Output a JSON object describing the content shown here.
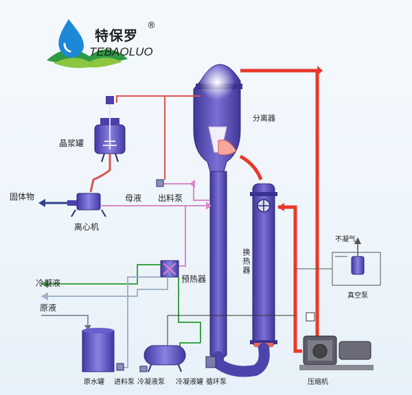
{
  "brand": {
    "name_cn": "特保罗",
    "registered": "®",
    "name_en": "TEBAOLUO"
  },
  "labels": {
    "crystal_tank": "晶浆罐",
    "solids": "固体物",
    "centrifuge": "离心机",
    "mother_liquor": "母液",
    "discharge_pump": "出料泵",
    "separator": "分离器",
    "heat_exchanger": "换热器",
    "preheater": "预热器",
    "condensate": "冷凝液",
    "raw_liquid": "原液",
    "noncondensable_gas": "不凝气",
    "vacuum_pump": "真空泵",
    "raw_water_tank": "原水罐",
    "feed_pump": "进料泵",
    "condensate_pump": "冷凝液泵",
    "condensate_tank": "冷凝液罐",
    "circulation_pump": "循环泵",
    "compressor": "压缩机"
  },
  "colors": {
    "vessel": "#5a4fb3",
    "steam": "#e8392b",
    "product": "#d9534f",
    "mother_liquor": "#d988c9",
    "condensate": "#3aa343",
    "raw_liquid": "#9fb2c7",
    "vacuum": "#333333"
  }
}
